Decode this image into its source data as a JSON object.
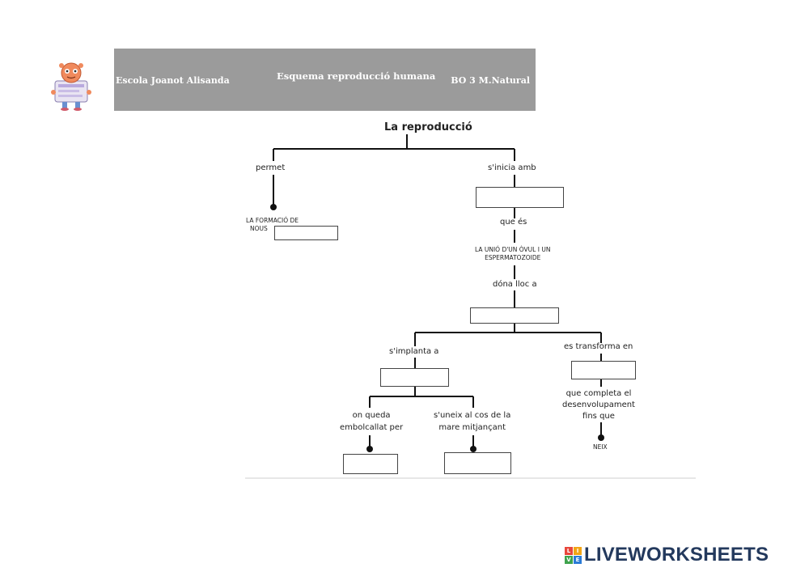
{
  "header": {
    "school": "Escola Joanot Alisanda",
    "title": "Esquema reproducció humana",
    "course": "BO 3 M.Natural"
  },
  "diagram": {
    "title": "La reproducció",
    "permet": "permet",
    "sinicia": "s'inicia amb",
    "formacio_line1": "LA FORMACIÓ DE",
    "formacio_line2": "NOUS",
    "que_es": "que és",
    "unio_line1": "LA UNIÓ D'UN ÒVUL I UN",
    "unio_line2": "ESPERMATOZOIDE",
    "dona_lloc": "dóna lloc a",
    "implanta": "s'implanta a",
    "transforma": "es transforma en",
    "on_queda_line1": "on queda",
    "on_queda_line2": "embolcallat per",
    "uneix_line1": "s'uneix al cos de la",
    "uneix_line2": "mare mitjançant",
    "completa_line1": "que completa el",
    "completa_line2": "desenvolupament",
    "completa_line3": "fins que",
    "neix": "NEIX"
  },
  "answer_boxes": {
    "formacio": "",
    "inicia": "",
    "dona_lloc": "",
    "implanta": "",
    "transforma": "",
    "embolcallat": "",
    "mitjancant": ""
  },
  "brand": {
    "name": "LIVEWORKSHEETS",
    "tile_letters": [
      "L",
      "I",
      "V",
      "E"
    ],
    "tile_colors": [
      "#e8473c",
      "#f2a516",
      "#3fa34d",
      "#2b7bd6"
    ],
    "text_color": "#23395d"
  },
  "colors": {
    "header_bg": "#9b9b9b",
    "line": "#111111"
  }
}
